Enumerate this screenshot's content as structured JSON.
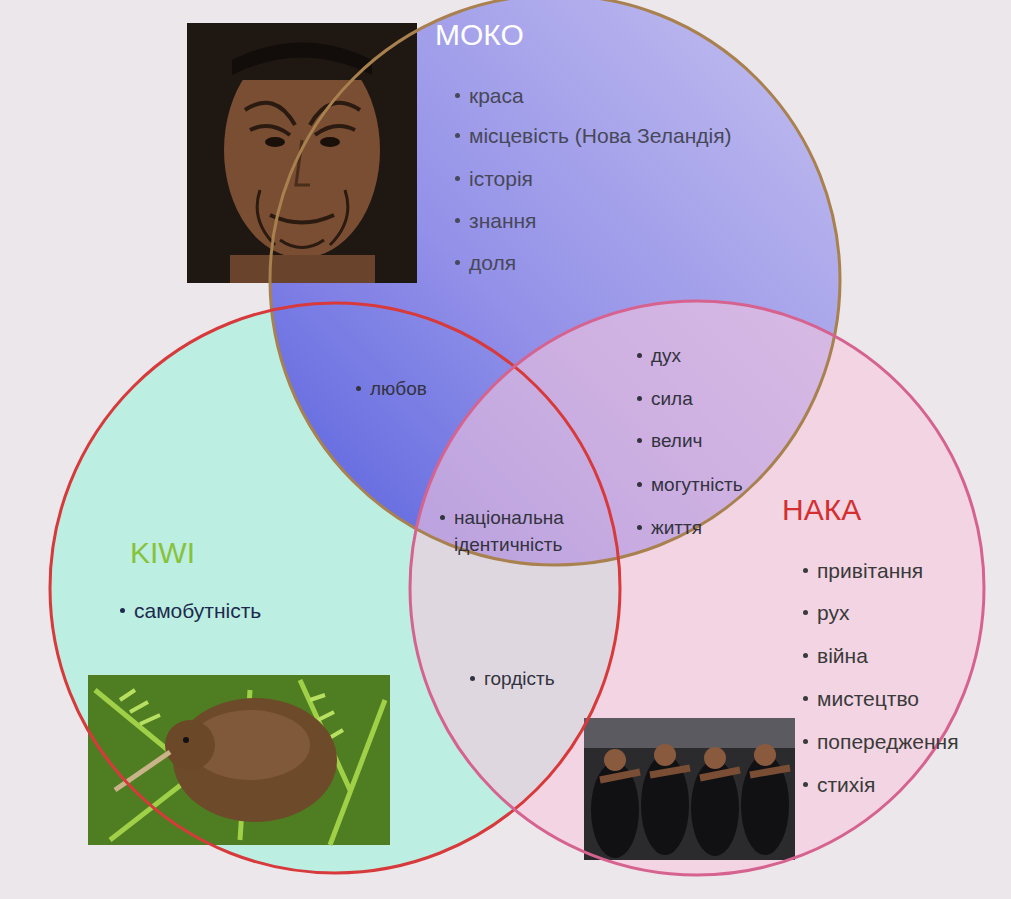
{
  "diagram": {
    "nodes": [
      {
        "text": [
          "МОКО",
          "краса",
          "місцевість (Нова Зеландія)",
          "історія",
          "знання",
          "доля"
        ]
      },
      {
        "text": [
          "KIWI",
          "самобутність"
        ]
      },
      {
        "text": [
          "НАКА",
          "привітання",
          "рух",
          "війна",
          "мистецтво",
          "попередження",
          "стихія"
        ]
      }
    ],
    "labels": [
      "любов",
      "дух",
      "сила",
      "велич",
      "могутність",
      "життя",
      "національна ідентичність",
      "гордість"
    ]
  }
}
